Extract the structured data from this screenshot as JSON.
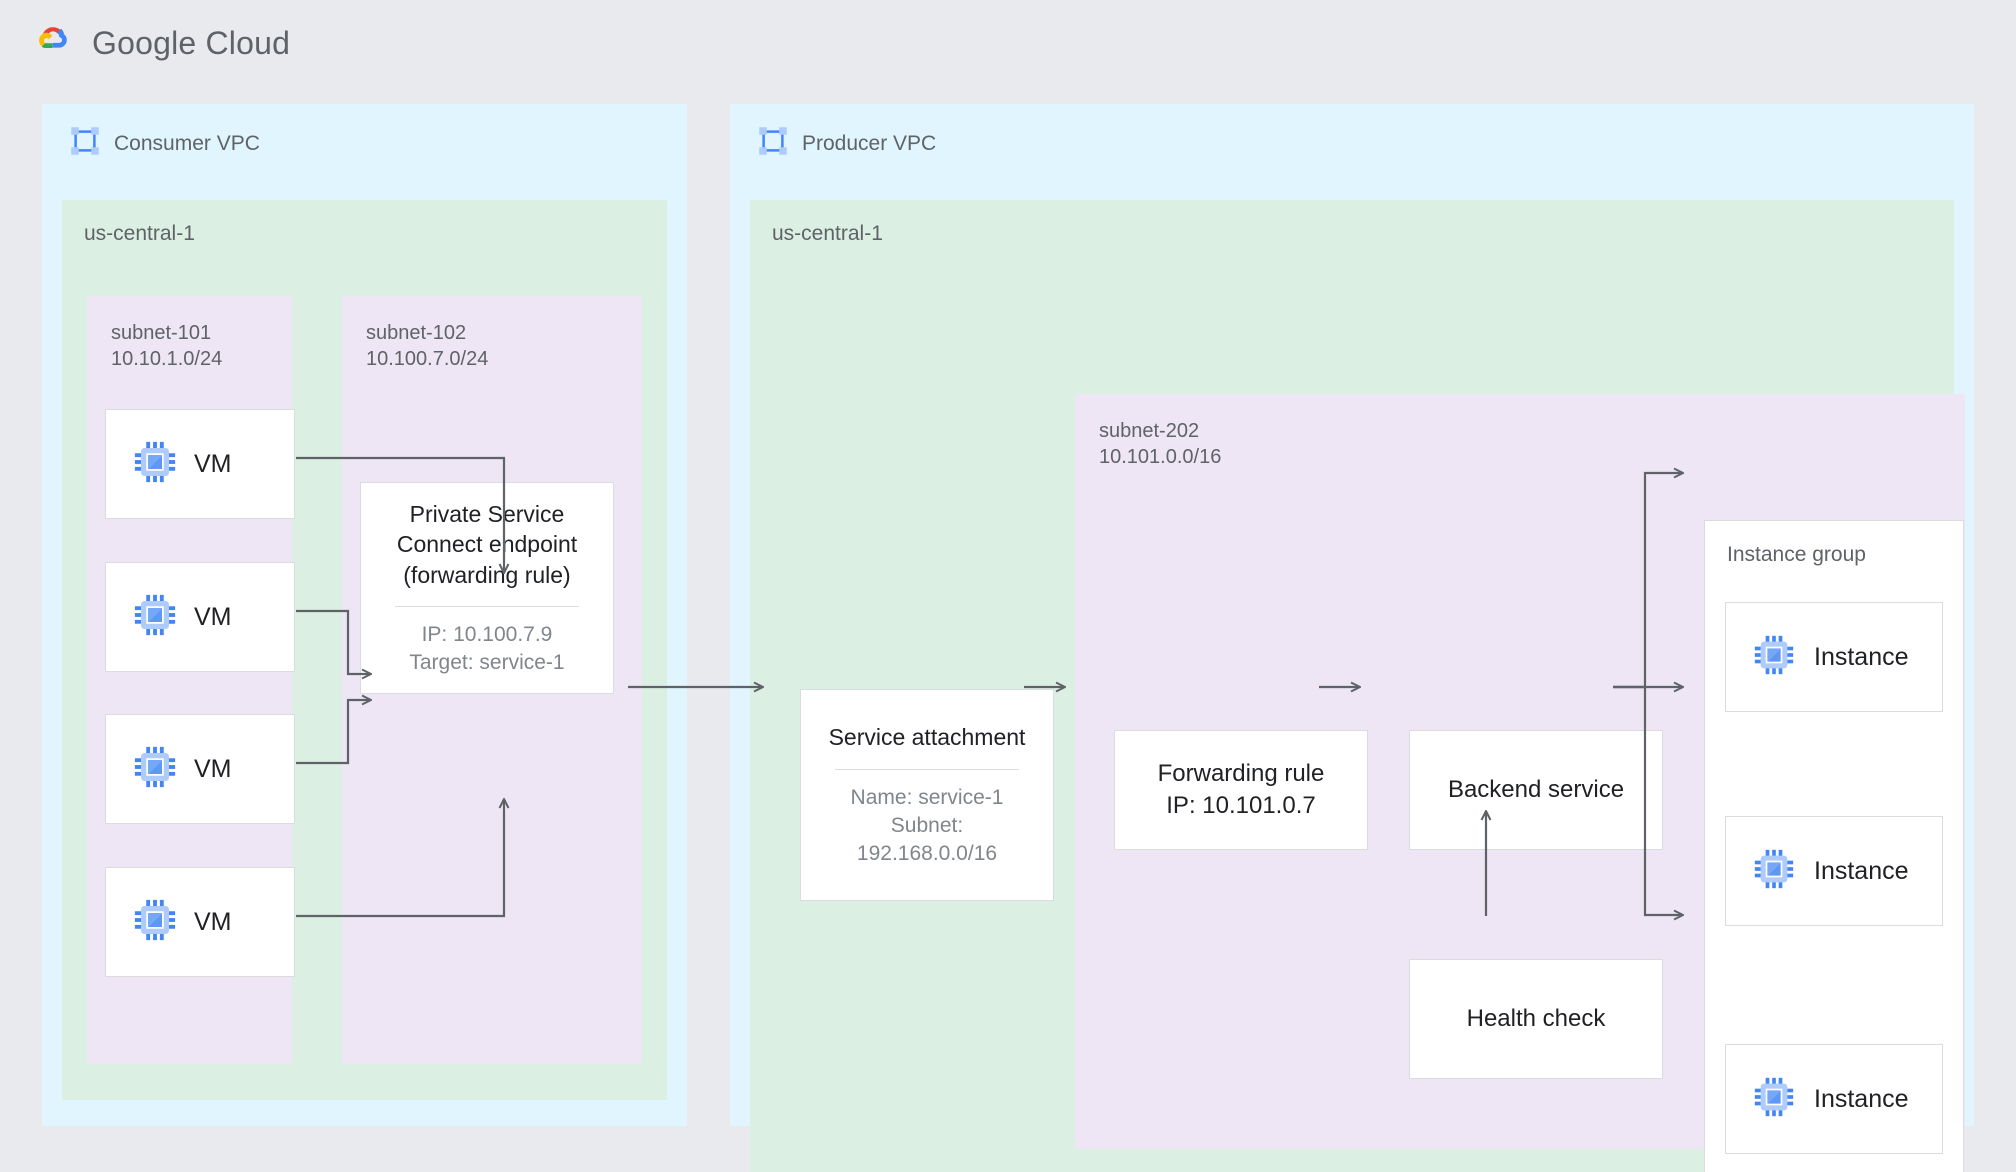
{
  "header": {
    "brand": "Google Cloud",
    "logo_icon": "google-cloud-logo"
  },
  "diagram": {
    "title": "Private Service Connect endpoint to published service",
    "colors": {
      "page_background": "#e8eaed",
      "vpc_fill": "#e1f5fe",
      "region_fill": "#dcefe3",
      "subnet_fill": "#eee5f5",
      "node_fill": "#ffffff",
      "node_border": "#dadce0",
      "connector": "#5f6368",
      "text_primary": "#202124",
      "text_secondary": "#5f6368",
      "text_muted": "#80868b",
      "icon_blue": "#4285f4",
      "icon_blue_light": "#aecbfa"
    }
  },
  "consumer_vpc": {
    "title": "Consumer VPC",
    "icon": "vpc-network-icon",
    "region": {
      "label": "us-central-1"
    },
    "subnets": [
      {
        "name": "subnet-101",
        "cidr": "10.10.1.0/24",
        "label": "subnet-101\n10.10.1.0/24"
      },
      {
        "name": "subnet-102",
        "cidr": "10.100.7.0/24",
        "label": "subnet-102\n10.100.7.0/24"
      }
    ],
    "vms": [
      {
        "label": "VM",
        "icon": "vm-chip-icon"
      },
      {
        "label": "VM",
        "icon": "vm-chip-icon"
      },
      {
        "label": "VM",
        "icon": "vm-chip-icon"
      },
      {
        "label": "VM",
        "icon": "vm-chip-icon"
      }
    ],
    "psc_endpoint": {
      "title": "Private Service Connect endpoint\n(forwarding rule)",
      "details": "IP: 10.100.7.9\nTarget: service-1",
      "ip": "10.100.7.9",
      "target": "service-1"
    }
  },
  "producer_vpc": {
    "title": "Producer VPC",
    "icon": "vpc-network-icon",
    "region": {
      "label": "us-central-1"
    },
    "subnet": {
      "name": "subnet-202",
      "cidr": "10.101.0.0/16",
      "label": "subnet-202\n10.101.0.0/16"
    },
    "service_attachment": {
      "title": "Service attachment",
      "details": "Name: service-1\nSubnet:\n192.168.0.0/16",
      "name": "service-1",
      "subnet": "192.168.0.0/16"
    },
    "forwarding_rule": {
      "title": "Forwarding rule\nIP: 10.101.0.7",
      "ip": "10.101.0.7"
    },
    "backend_service": {
      "title": "Backend service"
    },
    "health_check": {
      "title": "Health check"
    },
    "instance_group": {
      "label": "Instance group",
      "instances": [
        {
          "label": "Instance",
          "icon": "vm-chip-icon"
        },
        {
          "label": "Instance",
          "icon": "vm-chip-icon"
        },
        {
          "label": "Instance",
          "icon": "vm-chip-icon"
        }
      ]
    }
  }
}
